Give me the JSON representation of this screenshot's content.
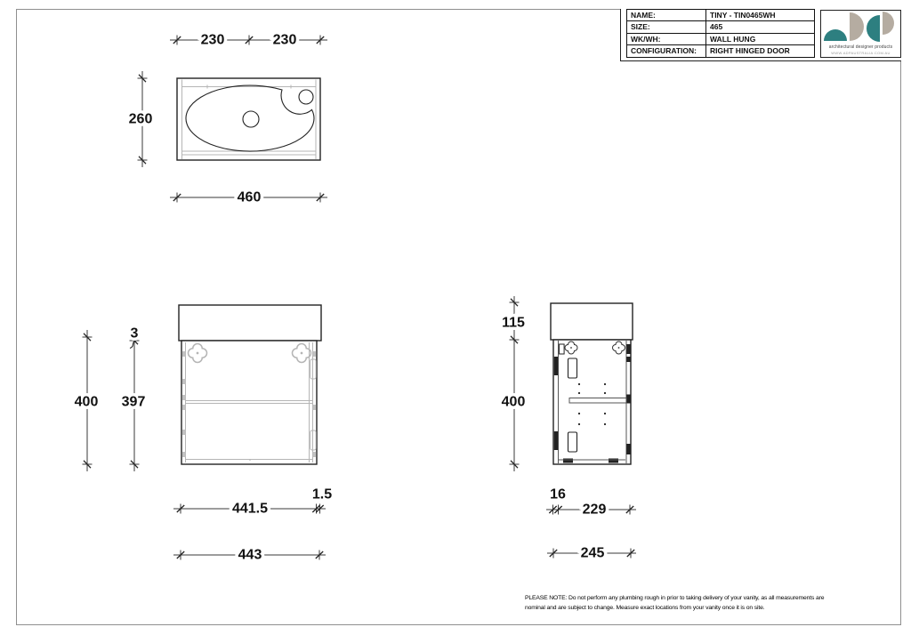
{
  "title_block": {
    "rows": [
      {
        "label": "NAME:",
        "value": "TINY - TIN0465WH"
      },
      {
        "label": "SIZE:",
        "value": "465"
      },
      {
        "label": "WK/WH:",
        "value": "WALL HUNG"
      },
      {
        "label": "CONFIGURATION:",
        "value": "RIGHT HINGED DOOR"
      }
    ],
    "logo": {
      "tagline": "architectural designer products",
      "website": "www.adpaustralia.com.au"
    }
  },
  "dimensions": {
    "top_view": {
      "half_left": "230",
      "half_right": "230",
      "depth": "260",
      "width": "460"
    },
    "front_view": {
      "overall_height": "400",
      "door_gap": "3",
      "door_height": "397",
      "door_width": "441.5",
      "edge_gap": "1.5",
      "overall_width": "443"
    },
    "side_view": {
      "basin_height": "115",
      "cabinet_height": "400",
      "hinge_offset": "16",
      "inner_depth": "229",
      "overall_depth": "245"
    }
  },
  "note": "PLEASE NOTE: Do not perform any plumbing rough in prior to taking delivery of your vanity, as all measurements are nominal and are subject to change. Measure exact locations from your vanity once it is on site.",
  "colors": {
    "teal": "#2d7f80",
    "tan": "#b5aca1"
  }
}
